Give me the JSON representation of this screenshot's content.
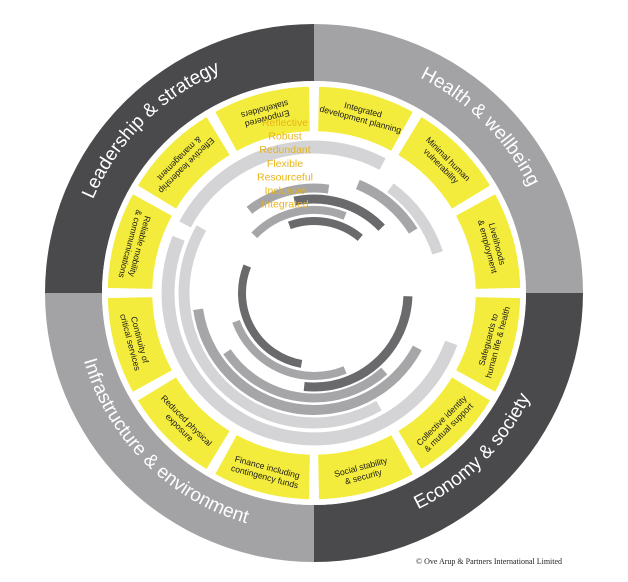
{
  "quadrants": [
    {
      "name": "Leadership & strategy",
      "color": "#4a4a4c"
    },
    {
      "name": "Health & wellbeing",
      "color": "#a3a3a5"
    },
    {
      "name": "Economy & society",
      "color": "#4a4a4c"
    },
    {
      "name": "Infrastructure & environment",
      "color": "#a3a3a5"
    }
  ],
  "goals": [
    [
      "Integrated",
      "development planning"
    ],
    [
      "Minimal human",
      "vulnerability"
    ],
    [
      "Livelihoods",
      "& employment"
    ],
    [
      "Safeguards to",
      "human life & health"
    ],
    [
      "Collective identity",
      "& mutual support"
    ],
    [
      "Social stability",
      "& security"
    ],
    [
      "Finance including",
      "contingency funds"
    ],
    [
      "Reduced physical",
      "exposure"
    ],
    [
      "Continuity of",
      "critical services"
    ],
    [
      "Reliable mobility",
      "& communications"
    ],
    [
      "Effective leadership",
      "& management"
    ],
    [
      "Empowered",
      "stakeholders"
    ]
  ],
  "qualities": [
    "Reflective",
    "Robust",
    "Redundant",
    "Flexible",
    "Resourceful",
    "Inclusive",
    "Integrated"
  ],
  "copyright": "© Ove Arup & Partners International Limited",
  "colors": {
    "goal_fill": "#f4ec3c",
    "goal_stroke": "#ffffff",
    "quality_text": "#e8b417",
    "arc_light": "#d4d4d6",
    "arc_mid": "#a6a6a8",
    "arc_dark": "#6a6a6c"
  }
}
